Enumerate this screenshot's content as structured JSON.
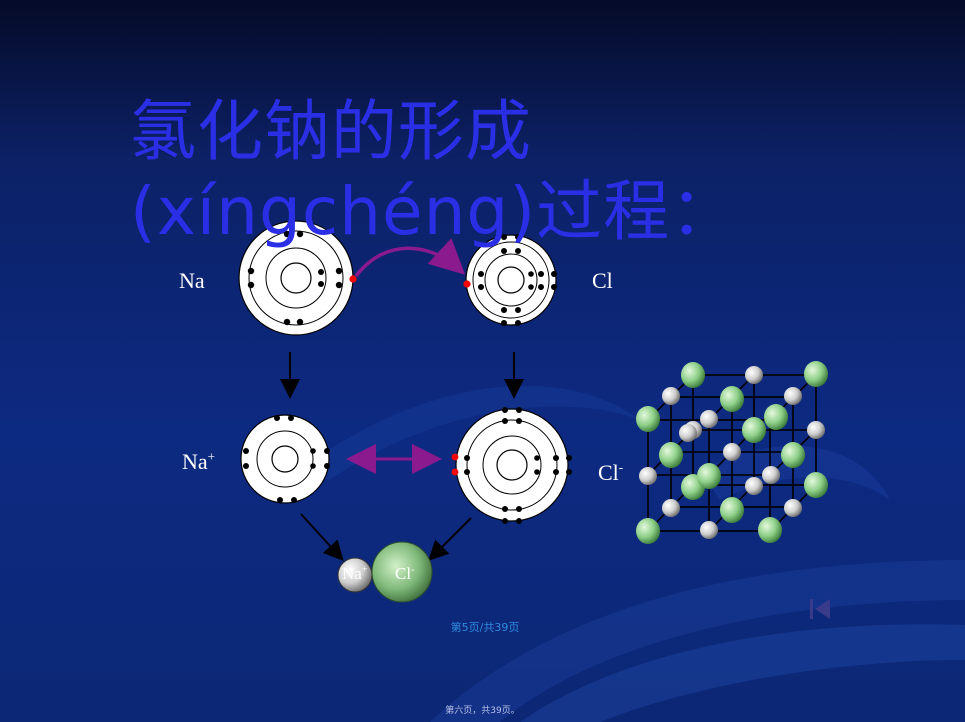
{
  "title": {
    "line1": "氯化钠的形成",
    "line2": "(xíngchéng)过程："
  },
  "labels": {
    "na": "Na",
    "cl": "Cl",
    "na_ion": "Na",
    "na_ion_charge": "+",
    "cl_ion": "Cl",
    "cl_ion_charge": "-",
    "sphere_na": "Na",
    "sphere_na_charge": "+",
    "sphere_cl": "Cl",
    "sphere_cl_charge": "-"
  },
  "page_number": "第5页/共39页",
  "footer": "第六页，共39页。",
  "colors": {
    "title": "#2a2fe6",
    "arrow_purple": "#8b1a8f",
    "transferred_electron": "#ff0000",
    "chloride_sphere": "#8fd08a",
    "sodium_sphere": "#d8d8d8"
  },
  "icons": {
    "nav": "first-slide-icon"
  }
}
